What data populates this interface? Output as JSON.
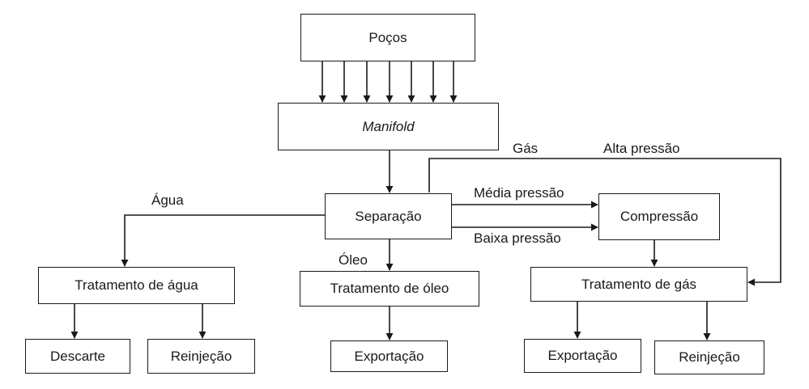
{
  "diagram": {
    "nodes": {
      "pocos": "Poços",
      "manifold": "Manifold",
      "separacao": "Separação",
      "compressao": "Compressão",
      "tratamento_agua": "Tratamento de água",
      "tratamento_oleo": "Tratamento de óleo",
      "tratamento_gas": "Tratamento de gás",
      "descarte": "Descarte",
      "reinjecao_agua": "Reinjeção",
      "exportacao_oleo": "Exportação",
      "exportacao_gas": "Exportação",
      "reinjecao_gas": "Reinjeção"
    },
    "edge_labels": {
      "gas": "Gás",
      "alta_pressao": "Alta pressão",
      "agua": "Água",
      "media_pressao": "Média pressão",
      "baixa_pressao": "Baixa pressão",
      "oleo": "Óleo"
    }
  }
}
